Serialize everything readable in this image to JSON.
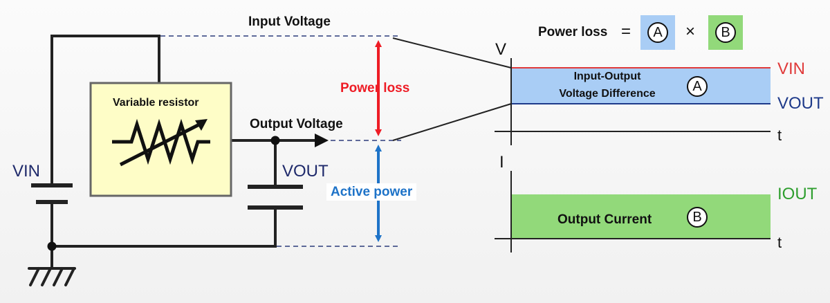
{
  "labels": {
    "input_voltage": "Input Voltage",
    "output_voltage": "Output Voltage",
    "variable_resistor": "Variable resistor",
    "vin_left": "VIN",
    "vout_left": "VOUT",
    "power_loss_arrow": "Power loss",
    "active_power": "Active power",
    "formula_label": "Power loss",
    "formula_equals": "=",
    "formula_times": "×",
    "badge_a": "A",
    "badge_b": "B",
    "v_axis": "V",
    "i_axis": "I",
    "t_axis_top": "t",
    "t_axis_bottom": "t",
    "vin_right": "VIN",
    "vout_right": "VOUT",
    "iout_right": "IOUT",
    "diff_line1": "Input-Output",
    "diff_line2": "Voltage Difference",
    "output_current": "Output Current"
  },
  "colors": {
    "power_loss": "#ee1c25",
    "active_power": "#1e73c8",
    "vin_line": "#e03a3a",
    "vout_line": "#1e3a8a",
    "iout": "#2e9e2e",
    "voltage_band": "#a9cdf5",
    "current_band": "#92d97a",
    "resistor_box": "#fefdc7",
    "dark_label": "#1f2a6b"
  }
}
